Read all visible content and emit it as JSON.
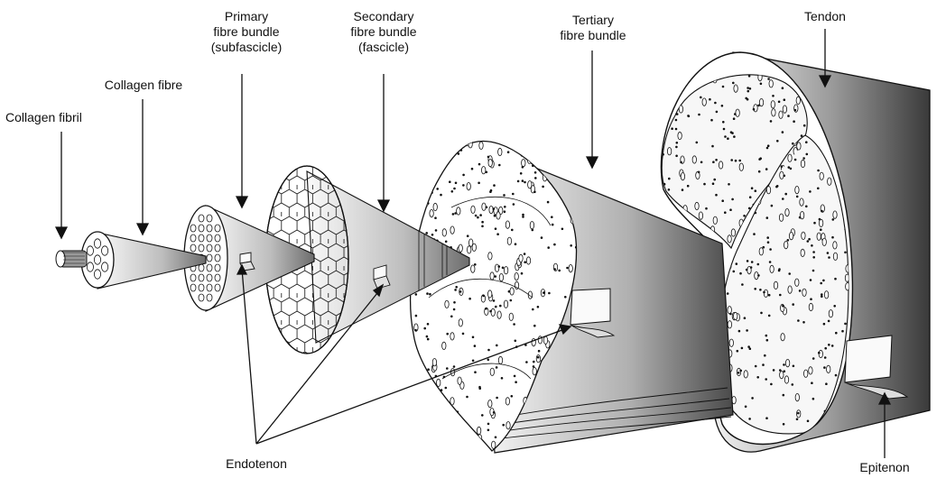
{
  "labels": {
    "collagen_fibril": "Collagen fibril",
    "collagen_fibre": "Collagen fibre",
    "primary": {
      "line1": "Primary",
      "line2": "fibre bundle",
      "line3": "(subfascicle)"
    },
    "secondary": {
      "line1": "Secondary",
      "line2": "fibre bundle",
      "line3": "(fascicle)"
    },
    "tertiary": {
      "line1": "Tertiary",
      "line2": "fibre bundle"
    },
    "tendon": "Tendon",
    "endotenon": "Endotenon",
    "epitenon": "Epitenon"
  },
  "colors": {
    "line": "#111111",
    "shade_light": "#f4f4f4",
    "shade_dark": "#3a3a3a",
    "face": "#ffffff"
  }
}
